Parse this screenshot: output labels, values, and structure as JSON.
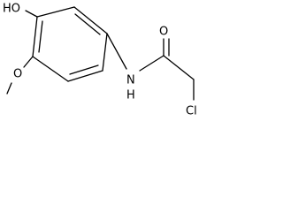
{
  "molecule": {
    "atoms": {
      "hydroxyl": "HO",
      "ether_oxygen": "O",
      "amide_nitrogen": "N",
      "amide_hydrogen": "H",
      "carbonyl_oxygen": "O",
      "chlorine": "Cl"
    }
  },
  "colors": {
    "bond": "#000000",
    "label": "#000000",
    "background": "#ffffff"
  }
}
